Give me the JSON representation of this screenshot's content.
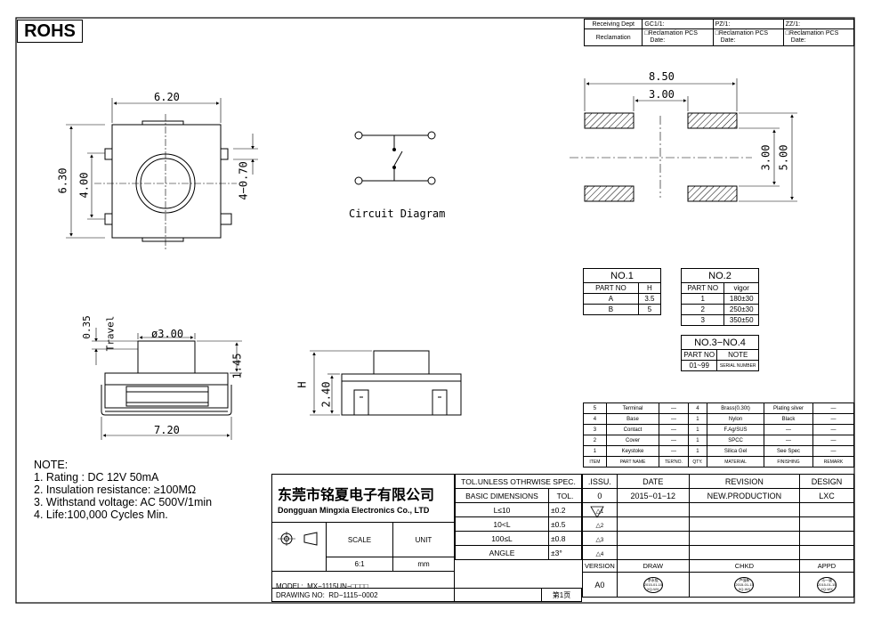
{
  "badge": "ROHS",
  "header_table": {
    "receiving_label": "Receiving Dept",
    "reclamation_label": "Reclamation",
    "columns": [
      "GC1/1:",
      "PZ/1:",
      "ZZ/1:"
    ],
    "reclamation_cell": [
      "□Reclamation  PCS",
      "Date:"
    ]
  },
  "top_view": {
    "width": "6.20",
    "height": "6.30",
    "inner": "4.00",
    "terminal": "4−0.70"
  },
  "circuit": {
    "caption": "Circuit Diagram"
  },
  "footprint": {
    "overall_width": "8.50",
    "gap_x": "3.00",
    "gap_y": "3.00",
    "overall_height": "5.00"
  },
  "side_view": {
    "travel_label": "Travel",
    "travel": "0.35",
    "button_dia": "ø3.00",
    "height": "1.45",
    "width": "7.20"
  },
  "front_view": {
    "h_label": "H",
    "body_height": "2.40"
  },
  "no1": {
    "title": "NO.1",
    "headers": [
      "PART NO",
      "H"
    ],
    "rows": [
      [
        "A",
        "3.5"
      ],
      [
        "B",
        "5"
      ]
    ]
  },
  "no2": {
    "title": "NO.2",
    "headers": [
      "PART NO",
      "vigor"
    ],
    "rows": [
      [
        "1",
        "180±30"
      ],
      [
        "2",
        "250±30"
      ],
      [
        "3",
        "350±50"
      ]
    ]
  },
  "no34": {
    "title": "NO.3−NO.4",
    "headers": [
      "PART NO",
      "NOTE"
    ],
    "rows": [
      [
        "01~99",
        "SERIAL NUMBER"
      ]
    ]
  },
  "bom": {
    "rows": [
      {
        "item": "5",
        "name": "Terminal",
        "ter": "",
        "qty": "4",
        "material": "Brass(0.30t)",
        "finish": "Plating silver",
        "remark": ""
      },
      {
        "item": "4",
        "name": "Base",
        "ter": "",
        "qty": "1",
        "material": "Nylon",
        "finish": "Black",
        "remark": ""
      },
      {
        "item": "3",
        "name": "Contact",
        "ter": "",
        "qty": "1",
        "material": "F.Ag/SUS",
        "finish": "",
        "remark": ""
      },
      {
        "item": "2",
        "name": "Cover",
        "ter": "",
        "qty": "1",
        "material": "SPCC",
        "finish": "",
        "remark": ""
      },
      {
        "item": "1",
        "name": "Keystoke",
        "ter": "",
        "qty": "1",
        "material": "Silica Gel",
        "finish": "See Spec",
        "remark": ""
      }
    ],
    "headers": [
      "ITEM",
      "PART NAME",
      "TER'NO.",
      "QTY.",
      "MATERIAL",
      "FINISHING",
      "REMARK"
    ]
  },
  "notes": {
    "title": "NOTE:",
    "items": [
      "1. Rating : DC 12V 50mA",
      "2. Insulation resistance: ≥100MΩ",
      "3. Withstand voltage: AC 500V/1min",
      "4. Life:100,000 Cycles Min."
    ]
  },
  "title_block": {
    "company_cn": "东莞市铭夏电子有限公司",
    "company_en": "Dongguan Mingxia Electronics Co., LTD",
    "scale_label": "SCALE",
    "unit_label": "UNIT",
    "scale": "6:1",
    "unit": "mm",
    "model_label": "MODEL:",
    "model": "MX−1115UN−□□□□",
    "drawing_label": "DRAWING NO:",
    "drawing_no": "RD−1115−0002",
    "page": "第1页",
    "tol_title": "TOL.UNLESS OTHRWISE SPEC.",
    "basic_dim": "BASIC DIMENSIONS",
    "tol": "TOL.",
    "tol_rows": [
      [
        "L≤10",
        "±0.2"
      ],
      [
        "10<L",
        "±0.5"
      ],
      [
        "100≤L",
        "±0.8"
      ],
      [
        "ANGLE",
        "±3°"
      ]
    ],
    "issu": ".ISSU.",
    "date_label": "DATE",
    "revision_label": "REVISION",
    "design_label": "DESIGN",
    "rev_row": {
      "issue": "0",
      "date": "2015−01−12",
      "revision": "NEW.PRODUCTION",
      "design": "LXC"
    },
    "rev_markers": [
      "1",
      "2",
      "3",
      "4"
    ],
    "version_label": "VERSION",
    "version": "A0",
    "draw_label": "DRAW",
    "chkd_label": "CHKD",
    "appd_label": "APPD",
    "stamps": [
      {
        "name": "李永锟",
        "date": "2015-01-15",
        "dept": "XQ-WX"
      },
      {
        "name": "卢强新",
        "date": "2015-01-15",
        "dept": "XQ-WX"
      },
      {
        "name": "马一骏",
        "date": "2015-01-15",
        "dept": "XQ-WX"
      }
    ]
  }
}
